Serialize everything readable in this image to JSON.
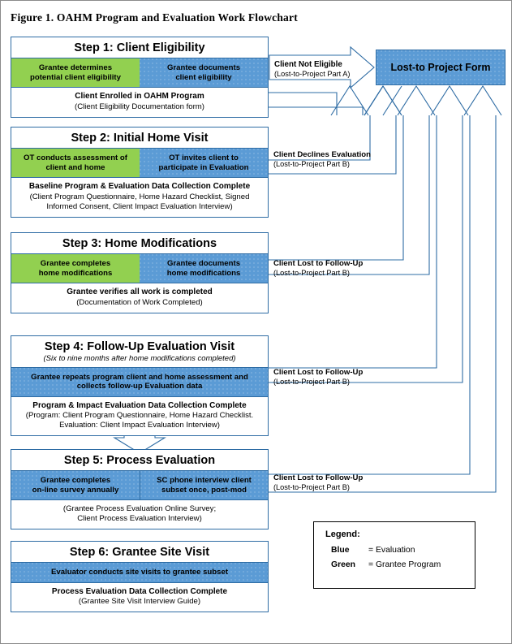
{
  "figure": {
    "caption": "Figure 1. OAHM Program and Evaluation Work Flowchart"
  },
  "colors": {
    "blue": "#5B9BD5",
    "green": "#92D050",
    "border_blue": "#2e6ca4",
    "page_border": "#8a8a8a"
  },
  "terminal": {
    "label": "Lost-to Project Form"
  },
  "steps": [
    {
      "id": "step-1",
      "title": "Step 1: Client Eligibility",
      "subtitle": "",
      "cells": [
        {
          "text": "Grantee determines\npotential client eligibility",
          "color": "green"
        },
        {
          "text": "Grantee documents\nclient eligibility",
          "color": "blue"
        }
      ],
      "note_bold": "Client Enrolled in OAHM Program",
      "note_plain": "(Client Eligibility Documentation form)"
    },
    {
      "id": "step-2",
      "title": "Step 2: Initial Home Visit",
      "subtitle": "",
      "cells": [
        {
          "text": "OT conducts assessment of\nclient and home",
          "color": "green"
        },
        {
          "text": "OT invites client to\nparticipate in Evaluation",
          "color": "blue"
        }
      ],
      "note_bold": "Baseline Program & Evaluation Data Collection Complete",
      "note_plain": "(Client Program Questionnaire, Home Hazard Checklist, Signed\nInformed Consent, Client Impact Evaluation Interview)"
    },
    {
      "id": "step-3",
      "title": "Step 3: Home Modifications",
      "subtitle": "",
      "cells": [
        {
          "text": "Grantee completes\nhome modifications",
          "color": "green"
        },
        {
          "text": "Grantee documents\nhome modifications",
          "color": "blue"
        }
      ],
      "note_bold": "Grantee verifies all work is completed",
      "note_plain": "(Documentation of Work Completed)"
    },
    {
      "id": "step-4",
      "title": "Step 4: Follow-Up Evaluation Visit",
      "subtitle": "(Six to nine months after home modifications completed)",
      "cells": [
        {
          "text": "Grantee repeats program client and home assessment and\ncollects follow-up Evaluation data",
          "color": "blue"
        }
      ],
      "note_bold": "Program & Impact Evaluation Data Collection Complete",
      "note_plain": "(Program: Client Program Questionnaire, Home Hazard Checklist.\nEvaluation:  Client Impact Evaluation Interview)"
    },
    {
      "id": "step-5",
      "title": "Step 5: Process Evaluation",
      "subtitle": "",
      "cells": [
        {
          "text": "Grantee completes\non-line survey annually",
          "color": "blue"
        },
        {
          "text": "SC phone interview client\nsubset once, post-mod",
          "color": "blue"
        }
      ],
      "note_bold": "",
      "note_plain": "(Grantee Process Evaluation Online Survey;\nClient Process Evaluation Interview)"
    },
    {
      "id": "step-6",
      "title": "Step 6: Grantee Site Visit",
      "subtitle": "",
      "cells": [
        {
          "text": "Evaluator conducts site visits to grantee subset",
          "color": "blue"
        }
      ],
      "note_bold": "Process Evaluation Data Collection Complete",
      "note_plain": "(Grantee Site Visit Interview Guide)"
    }
  ],
  "exits": [
    {
      "id": "exit-1",
      "bold": "Client Not Eligible",
      "plain": "(Lost-to-Project Part A)"
    },
    {
      "id": "exit-2",
      "bold": "Client Declines Evaluation",
      "plain": "(Lost-to-Project Part B)"
    },
    {
      "id": "exit-3",
      "bold": "Client Lost to Follow-Up",
      "plain": "(Lost-to-Project Part B)"
    },
    {
      "id": "exit-4",
      "bold": "Client Lost to Follow-Up",
      "plain": "(Lost-to-Project Part B)"
    },
    {
      "id": "exit-5",
      "bold": "Client Lost to Follow-Up",
      "plain": "(Lost-to-Project Part B)"
    }
  ],
  "legend": {
    "title": "Legend:",
    "rows": [
      {
        "key": "Blue",
        "value": "= Evaluation"
      },
      {
        "key": "Green",
        "value": "= Grantee Program"
      }
    ]
  }
}
